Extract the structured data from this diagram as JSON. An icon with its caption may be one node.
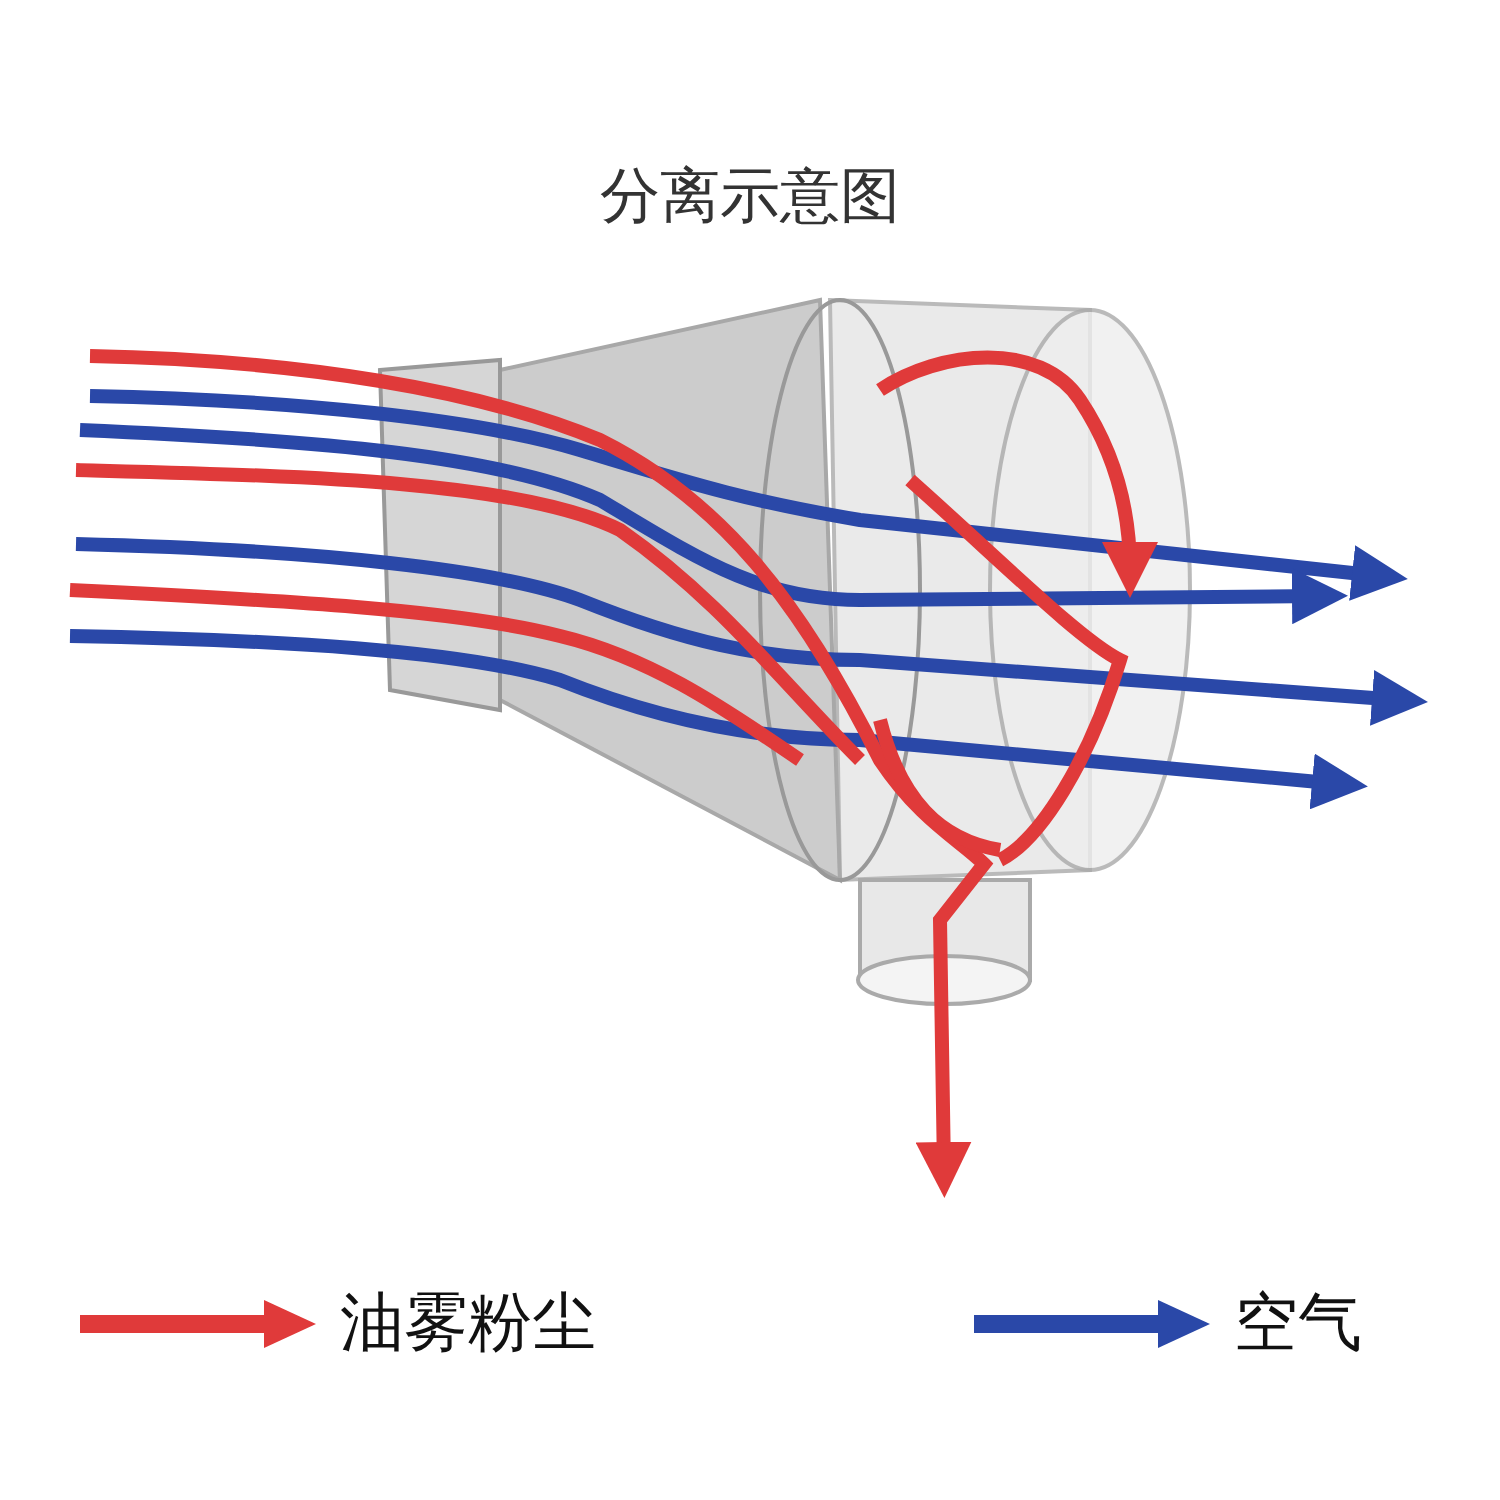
{
  "diagram": {
    "title": "分离示意图",
    "legend": [
      {
        "text": "油雾粉尘"
      },
      {
        "text": "空气"
      }
    ]
  }
}
